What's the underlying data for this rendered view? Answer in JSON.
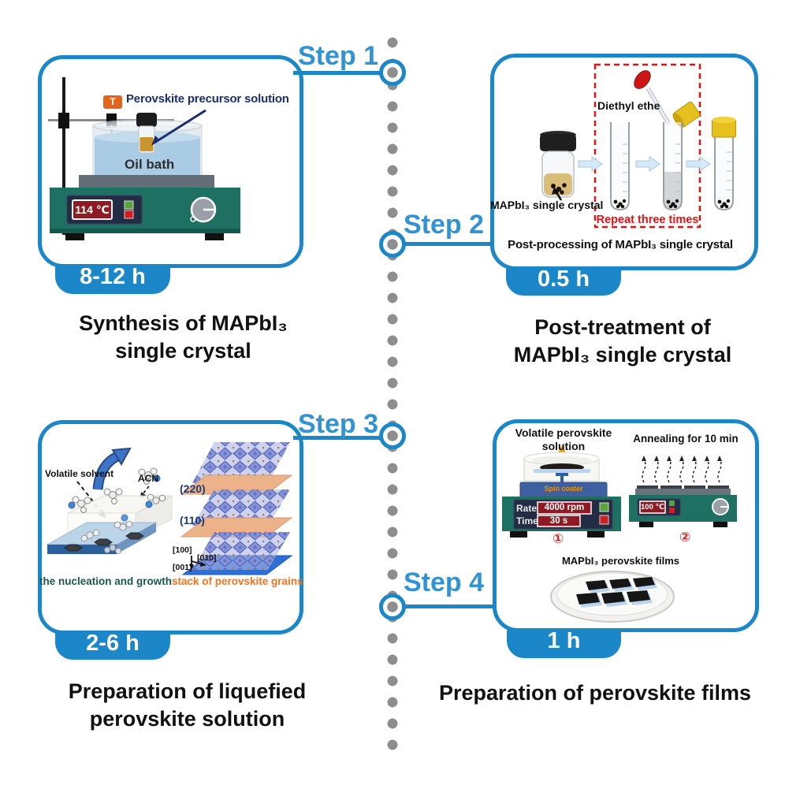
{
  "figure": {
    "steps": [
      {
        "label": "Step 1",
        "duration": "8-12 h",
        "caption_line1": "Synthesis of MAPbI₃",
        "caption_line2": "single crystal"
      },
      {
        "label": "Step 2",
        "duration": "0.5 h",
        "caption_line1": "Post-treatment of",
        "caption_line2": "MAPbI₃ single crystal"
      },
      {
        "label": "Step 3",
        "duration": "2-6 h",
        "caption_line1": "Preparation of liquefied",
        "caption_line2": "perovskite solution"
      },
      {
        "label": "Step 4",
        "duration": "1 h",
        "caption_line1": "Preparation of perovskite films",
        "caption_line2": ""
      }
    ],
    "colors": {
      "accent_blue": "#1b86c8",
      "step_text_blue": "#3193d4",
      "device_teal": "#1e7063",
      "alert_red": "#e01414",
      "highlight_orange": "#f4731c",
      "navy": "#1c2e6e"
    }
  },
  "panel1": {
    "thermometer_label": "T",
    "annotation": "Perovskite precursor solution",
    "bath_label": "Oil bath",
    "temperature": "114 ℃"
  },
  "panel2": {
    "solvent_label": "Diethyl ethe",
    "vial_label": "MAPbI₃ single crystal",
    "repeat_note": "Repeat three times",
    "footer": "Post-processing of MAPbI₃ single crystal"
  },
  "panel3": {
    "solvent_label": "Volatile solvent",
    "acn_label": "ACN",
    "left_caption": "the nucleation and growth",
    "right_caption": "stack of perovskite grains",
    "plane_label_1": "(220)",
    "plane_label_2": "(110)",
    "axis_1": "[100]",
    "axis_2": "[010]",
    "axis_3": "[001]"
  },
  "panel4": {
    "spin_title_1": "Volatile perovskite",
    "spin_title_2": "solution",
    "anneal_title": "Annealing for 10 min",
    "spin_coater_label": "Spin coater",
    "rate_label": "Rate",
    "rate_value": "4000 rpm",
    "time_label": "Time",
    "time_value": "30 s",
    "anneal_temperature": "100 ℃",
    "marker_1": "①",
    "marker_2": "②",
    "films_label": "MAPbI₃ perovskite films"
  }
}
